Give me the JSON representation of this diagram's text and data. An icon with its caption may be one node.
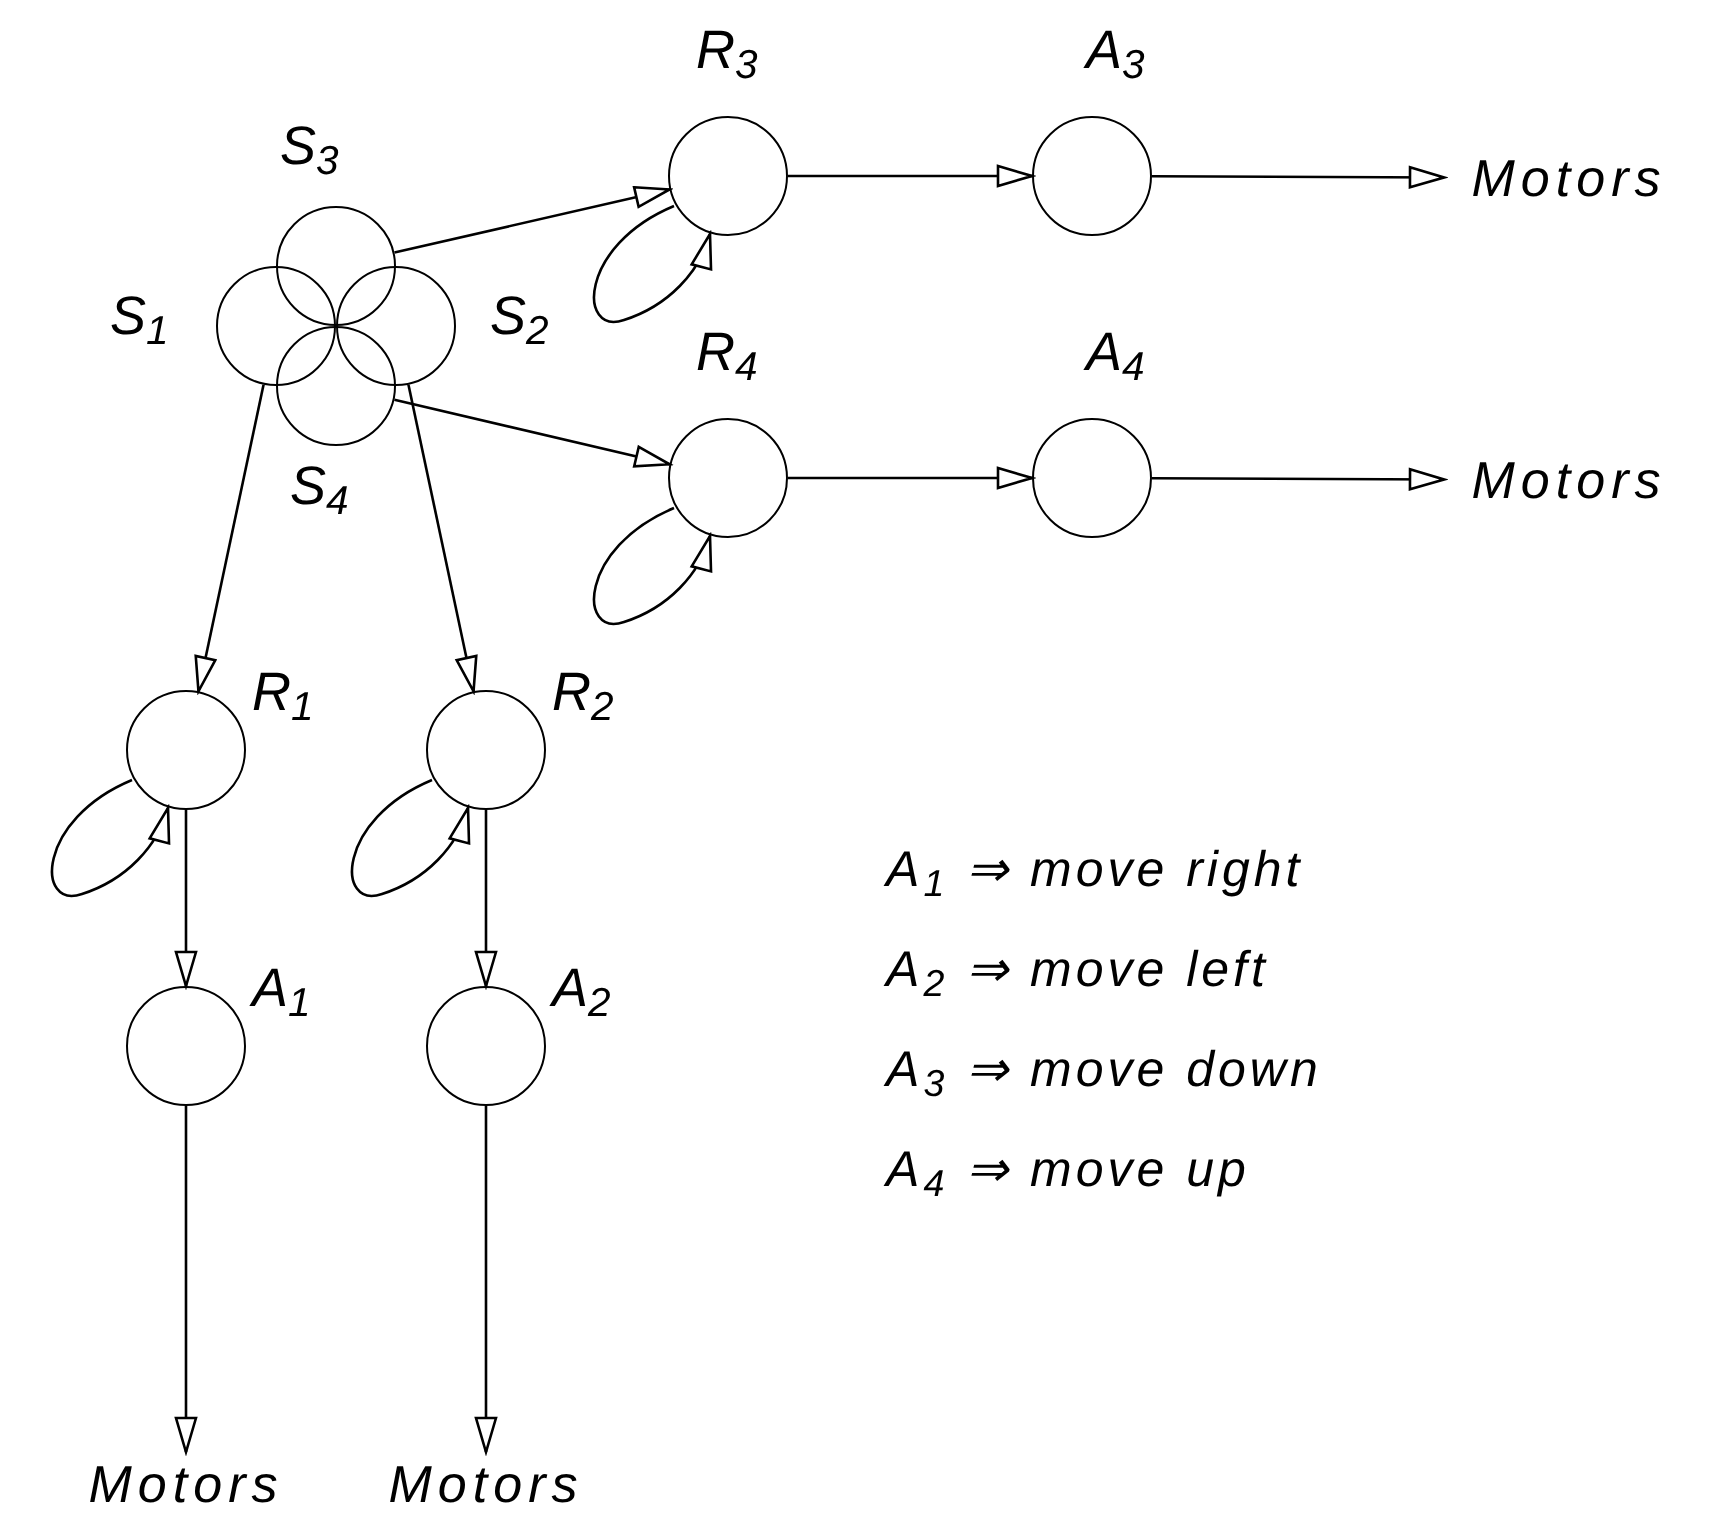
{
  "diagram": {
    "nodes": [
      {
        "text": [],
        "shape": "circle",
        "beside": [
          "S$_{3}$"
        ]
      },
      {
        "text": [],
        "shape": "circle",
        "beside": [
          "S$_{1}$"
        ]
      },
      {
        "text": [],
        "shape": "circle",
        "beside": [
          "S$_{2}$"
        ]
      },
      {
        "text": [],
        "shape": "circle",
        "beside": [
          "S$_{4}$"
        ]
      },
      {
        "text": [],
        "shape": "circle",
        "beside": [
          "R$_{3}$"
        ]
      },
      {
        "text": [],
        "shape": "circle",
        "beside": [
          "A$_{3}$"
        ]
      },
      {
        "text": [
          "Motors"
        ]
      },
      {
        "text": [],
        "shape": "circle",
        "beside": [
          "R$_{4}$"
        ]
      },
      {
        "text": [],
        "shape": "circle",
        "beside": [
          "A$_{4}$"
        ]
      },
      {
        "text": [
          "Motors"
        ]
      },
      {
        "text": [],
        "shape": "circle",
        "beside": [
          "R$_{1}$"
        ]
      },
      {
        "text": [],
        "shape": "circle",
        "beside": [
          "R$_{2}$"
        ]
      },
      {
        "text": [],
        "shape": "circle",
        "beside": [
          "A$_{1}$"
        ]
      },
      {
        "text": [],
        "shape": "circle",
        "beside": [
          "A$_{2}$"
        ]
      },
      {
        "text": [
          "Motors"
        ]
      },
      {
        "text": [
          "Motors"
        ]
      }
    ],
    "edges": [
      {
        "from": 0,
        "to": 4,
        "arrow": "to"
      },
      {
        "from": 4,
        "to": 4,
        "arrow": "to"
      },
      {
        "from": 4,
        "to": 5,
        "arrow": "to"
      },
      {
        "from": 5,
        "to": 6,
        "arrow": "to"
      },
      {
        "from": 3,
        "to": 7,
        "arrow": "to"
      },
      {
        "from": 7,
        "to": 7,
        "arrow": "to"
      },
      {
        "from": 7,
        "to": 8,
        "arrow": "to"
      },
      {
        "from": 8,
        "to": 9,
        "arrow": "to"
      },
      {
        "from": 1,
        "to": 10,
        "arrow": "to"
      },
      {
        "from": 2,
        "to": 11,
        "arrow": "to"
      },
      {
        "from": 10,
        "to": 10,
        "arrow": "to"
      },
      {
        "from": 11,
        "to": 11,
        "arrow": "to"
      },
      {
        "from": 10,
        "to": 12,
        "arrow": "to"
      },
      {
        "from": 11,
        "to": 13,
        "arrow": "to"
      },
      {
        "from": 12,
        "to": 14,
        "arrow": "to"
      },
      {
        "from": 13,
        "to": 15,
        "arrow": "to"
      }
    ],
    "labels": [
      "A$_{1}$ ⇒ move right",
      "A$_{2}$ ⇒ move left",
      "A$_{3}$ ⇒ move down",
      "A$_{4}$ ⇒ move up"
    ]
  }
}
